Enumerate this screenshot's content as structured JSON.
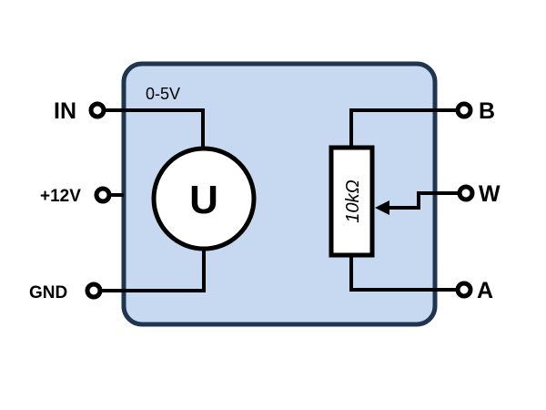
{
  "colors": {
    "box_fill": "#c6d9f0",
    "box_stroke": "#1f3550",
    "wire": "#000000"
  },
  "left_terminals": {
    "in": "IN",
    "supply": "+12V",
    "gnd": "GND"
  },
  "right_terminals": {
    "b": "B",
    "w": "W",
    "a": "A"
  },
  "voltage_range": "0-5V",
  "voltage_source_symbol": "U",
  "resistor_value": "10kΩ"
}
